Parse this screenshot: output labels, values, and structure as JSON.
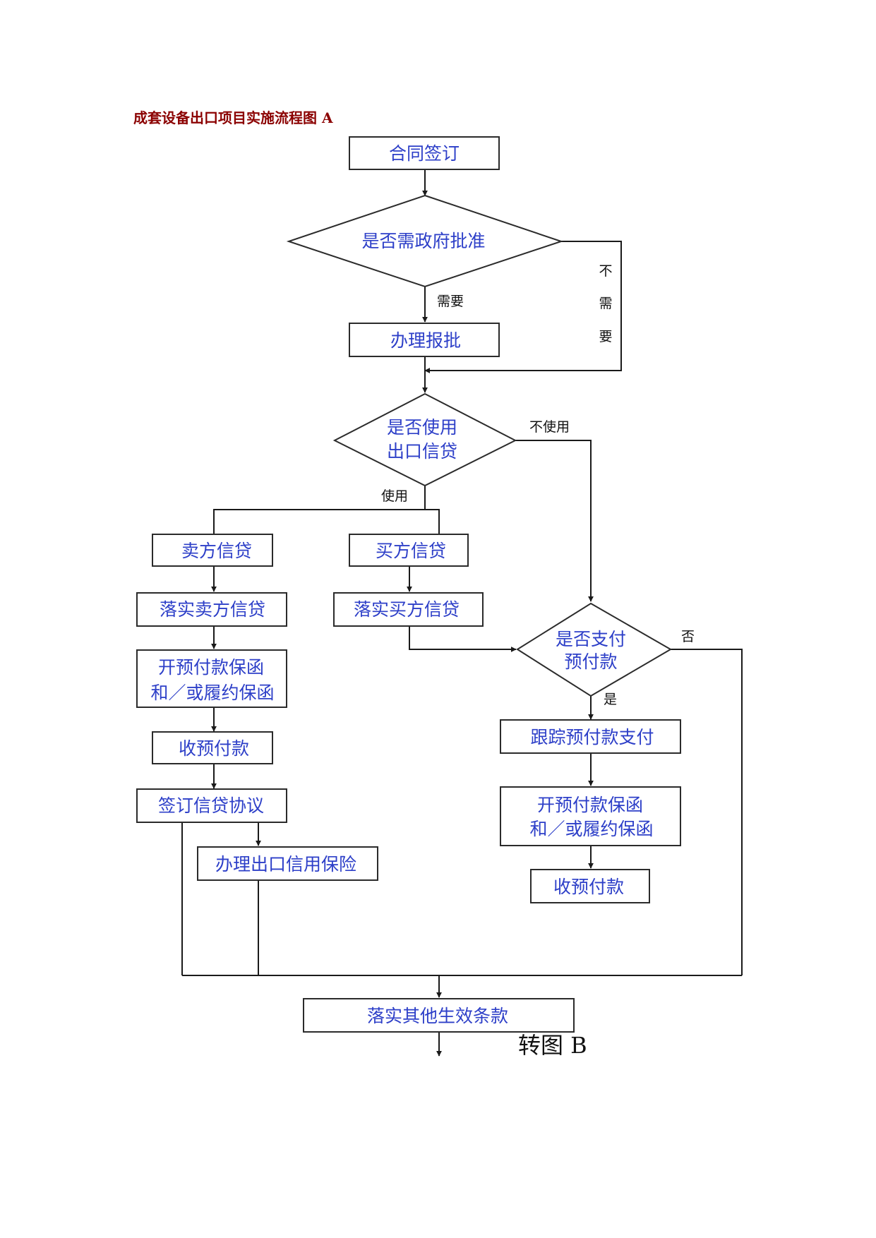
{
  "title": "成套设备出口项目实施流程图 A",
  "nodes": {
    "sign_contract": "合同签订",
    "gov_approval_q": "是否需政府批准",
    "handle_approval": "办理报批",
    "export_credit_q_line1": "是否使用",
    "export_credit_q_line2": "出口信贷",
    "seller_credit": "卖方信贷",
    "buyer_credit": "买方信贷",
    "implement_seller_credit": "落实卖方信贷",
    "implement_buyer_credit": "落实买方信贷",
    "seller_guarantee_line1": "开预付款保函",
    "seller_guarantee_line2": "和／或履约保函",
    "seller_receive_advance": "收预付款",
    "sign_credit_agreement": "签订信贷协议",
    "export_credit_insurance": "办理出口信用保险",
    "pay_advance_q_line1": "是否支付",
    "pay_advance_q_line2": "预付款",
    "track_advance": "跟踪预付款支付",
    "right_guarantee_line1": "开预付款保函",
    "right_guarantee_line2": "和／或履约保函",
    "right_receive_advance": "收预付款",
    "implement_other_terms": "落实其他生效条款"
  },
  "edges": {
    "need": "需要",
    "no_need_1": "不",
    "no_need_2": "需",
    "no_need_3": "要",
    "not_use": "不使用",
    "use": "使用",
    "no": "否",
    "yes": "是"
  },
  "goto": "转图 B"
}
